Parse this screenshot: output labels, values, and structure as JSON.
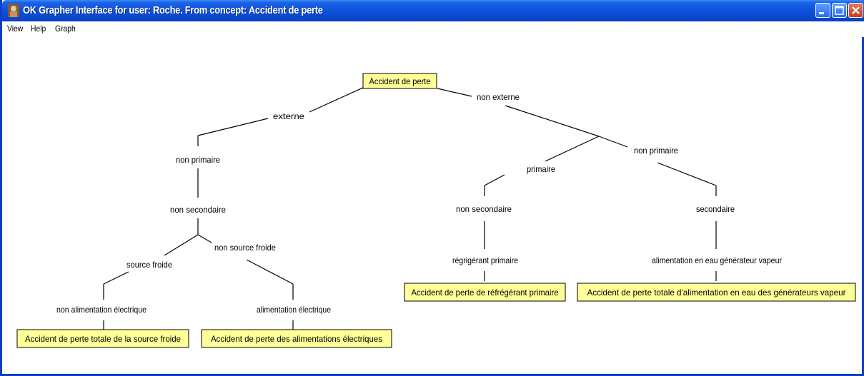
{
  "window": {
    "title": "OK Grapher Interface for user: Roche. From concept: Accident de perte"
  },
  "menu": {
    "view": "View",
    "help": "Help",
    "graph": "Graph"
  },
  "colors": {
    "titlebar": "#0a4fd8",
    "node_box": "#ffff99",
    "line": "#000000"
  },
  "tree": {
    "root": "Accident de perte",
    "externe": "externe",
    "non_externe": "non externe",
    "left": {
      "non_primaire": "non primaire",
      "non_secondaire": "non secondaire",
      "source_froide": "source froide",
      "non_source_froide": "non source froide",
      "non_alimentation_electrique": "non alimentation électrique",
      "alimentation_electrique": "alimentation électrique",
      "leaf_source_froide": "Accident de perte totale de la source froide",
      "leaf_alimentations": "Accident de perte des alimentations électriques"
    },
    "right": {
      "primaire": "primaire",
      "non_primaire": "non primaire",
      "non_secondaire": "non secondaire",
      "secondaire": "secondaire",
      "regrigerant_primaire": "régrigérant primaire",
      "alimentation_eau": "alimentation en eau générateur vapeur",
      "leaf_refrigerant": "Accident de perte de réfrégérant primaire",
      "leaf_alimentation_eau": "Accident de perte totale d'alimentation en eau des générateurs vapeur"
    }
  }
}
